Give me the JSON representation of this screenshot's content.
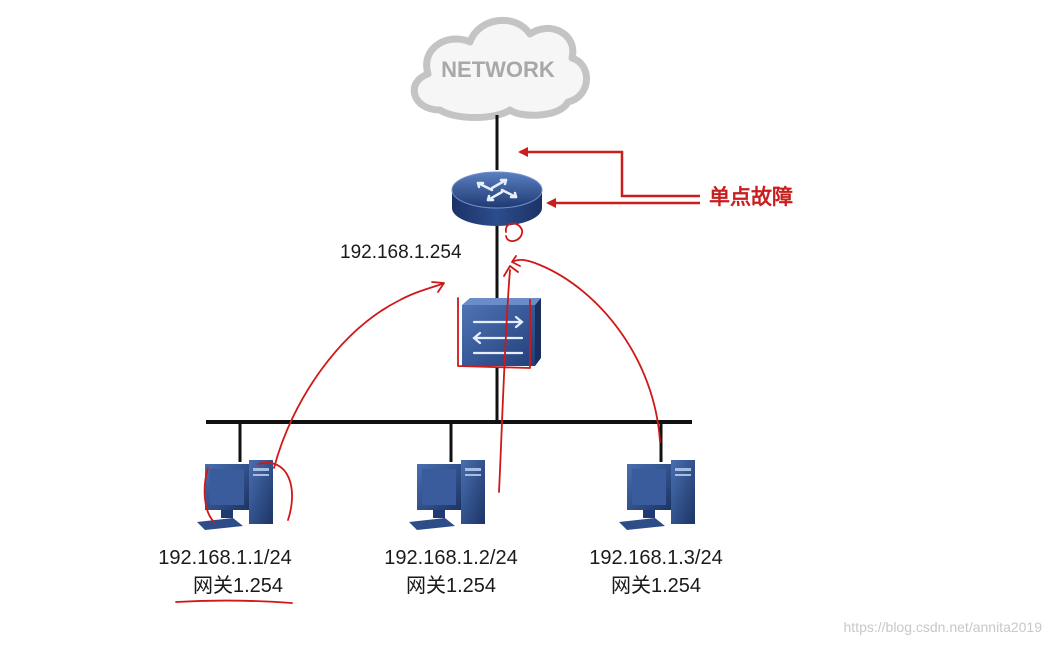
{
  "network": {
    "label": "NETWORK"
  },
  "router": {
    "ip": "192.168.1.254"
  },
  "annotation": {
    "text": "单点故障",
    "color": "#c81e1e"
  },
  "hosts": [
    {
      "ip": "192.168.1.1/24",
      "gateway": "网关1.254"
    },
    {
      "ip": "192.168.1.2/24",
      "gateway": "网关1.254"
    },
    {
      "ip": "192.168.1.3/24",
      "gateway": "网关1.254"
    }
  ],
  "watermark": "https://blog.csdn.net/annita2019",
  "colors": {
    "device": "#2f4f8a",
    "line": "#111111",
    "ink": "#d01818"
  }
}
